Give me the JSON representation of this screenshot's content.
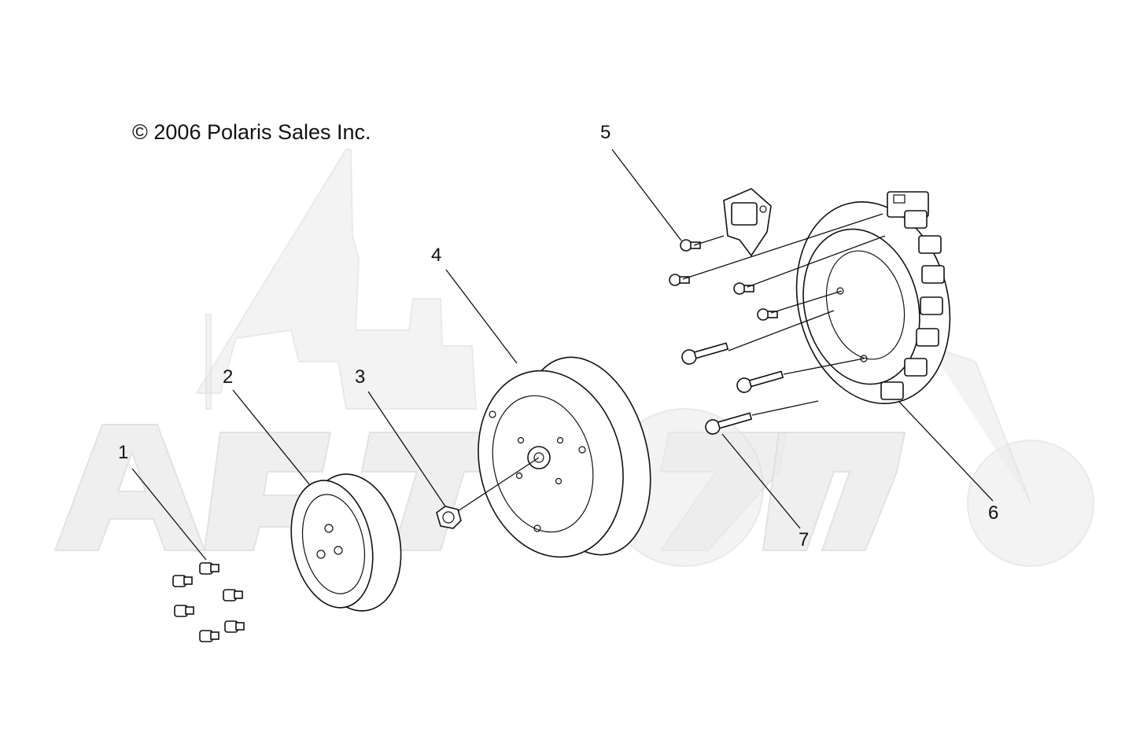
{
  "copyright": "© 2006 Polaris Sales Inc.",
  "watermark_text": "AeTmoto",
  "callouts": [
    "1",
    "2",
    "3",
    "4",
    "5",
    "6",
    "7"
  ]
}
